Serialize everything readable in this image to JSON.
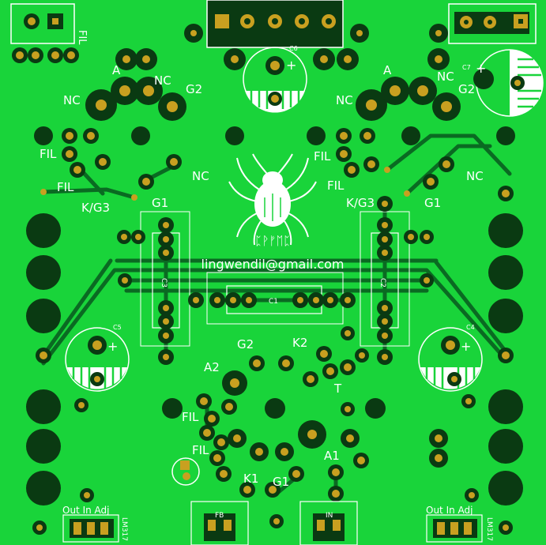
{
  "colors": {
    "board": "#19d43a",
    "trace": "#0a6a22",
    "pad": "#c8a020",
    "hole": "#0a3a12",
    "silk": "#ffffff"
  },
  "labels": {
    "fil_top": "FIL",
    "a_left": "A",
    "nc_left_top": "NC",
    "nc_left": "NC",
    "g2_left": "G2",
    "a_right": "A",
    "nc_right_top": "NC",
    "nc_right": "NC",
    "g2_right": "G2",
    "fil_l1": "FIL",
    "fil_l2": "FIL",
    "kg3_left": "K/G3",
    "g1_left": "G1",
    "nc_mid_left": "NC",
    "fil_r1": "FIL",
    "fil_r2": "FIL",
    "kg3_right": "K/G3",
    "g1_right": "G1",
    "nc_mid_right": "NC",
    "logo_text": "ᛈᚹᚠᛖᛈ",
    "email": "lingwendil@gmail.com",
    "c6": "C6",
    "c7": "C7",
    "c5": "C5",
    "c4": "C4",
    "c1": "C1",
    "c2": "C2",
    "c3": "C3",
    "g2_center": "G2",
    "k2": "K2",
    "a2": "A2",
    "t": "T",
    "fil_c1": "FIL",
    "fil_c2": "FIL",
    "a1": "A1",
    "k1": "K1",
    "g1_center": "G1",
    "out_in_adj_left": "Out In Adj",
    "lm317_left": "LM317",
    "out_in_adj_right": "Out In Adj",
    "lm317_right": "LM317",
    "fb": "FB",
    "in": "IN",
    "plus_c6": "+",
    "plus_c7": "+",
    "plus_c5": "+",
    "plus_c4": "+"
  }
}
